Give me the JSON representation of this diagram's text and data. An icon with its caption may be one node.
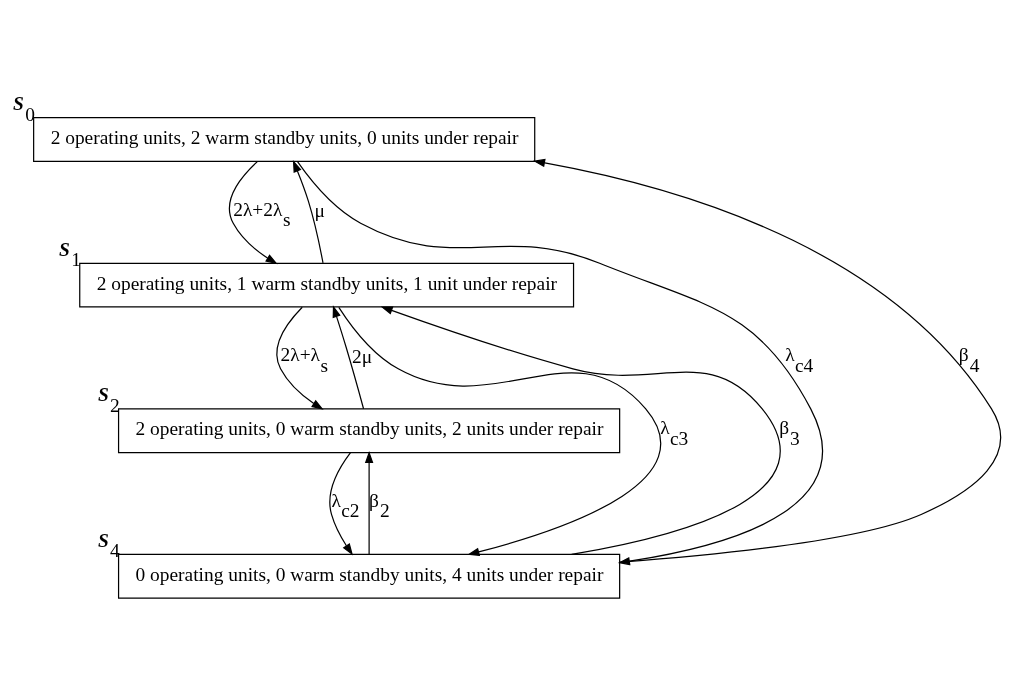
{
  "diagram": {
    "nodes": [
      {
        "text": [
          "2 operating units, 2 warm standby units, 0 units under repair"
        ],
        "beside": [
          "S$_{0}$"
        ]
      },
      {
        "text": [
          "2 operating units, 1 warm standby units, 1 unit under repair"
        ],
        "beside": [
          "S$_{1}$"
        ]
      },
      {
        "text": [
          "2 operating units, 0 warm standby units, 2 units under repair"
        ],
        "beside": [
          "S$_{2}$"
        ]
      },
      {
        "text": [
          "0 operating units, 0 warm standby units, 4 units under repair"
        ],
        "beside": [
          "S$_{4}$"
        ]
      }
    ],
    "edges": [
      {
        "from": 1,
        "to": 0,
        "arrow": "to",
        "label": "μ"
      },
      {
        "from": 0,
        "to": 1,
        "arrow": "to",
        "label": "2λ+2λ$_{s}$"
      },
      {
        "from": 2,
        "to": 1,
        "arrow": "to",
        "label": "2μ"
      },
      {
        "from": 1,
        "to": 2,
        "arrow": "to",
        "label": "2λ+λ$_{s}$"
      },
      {
        "from": 3,
        "to": 2,
        "arrow": "to",
        "label": "β$_{2}$"
      },
      {
        "from": 2,
        "to": 3,
        "arrow": "to",
        "label": "λ$_{c2}$"
      },
      {
        "from": 3,
        "to": 1,
        "arrow": "to",
        "label": "β$_{3}$"
      },
      {
        "from": 1,
        "to": 3,
        "arrow": "to",
        "label": "λ$_{c3}$"
      },
      {
        "from": 3,
        "to": 0,
        "arrow": "to",
        "label": "β$_{4}$"
      },
      {
        "from": 0,
        "to": 3,
        "arrow": "to",
        "label": "λ$_{c4}$"
      }
    ]
  }
}
